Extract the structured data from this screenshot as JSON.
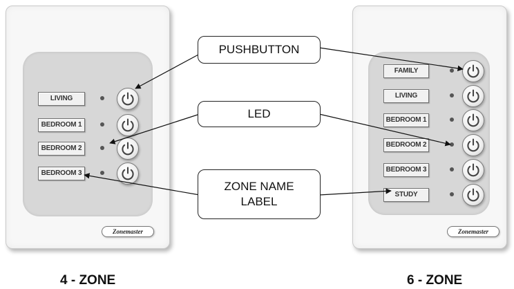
{
  "callouts": {
    "pushbutton": "PUSHBUTTON",
    "led": "LED",
    "zone_name_label": "ZONE NAME LABEL"
  },
  "plates": [
    {
      "caption": "4 - ZONE",
      "brand": "Zonemaster",
      "zones": [
        "LIVING",
        "BEDROOM 1",
        "BEDROOM 2",
        "BEDROOM 3"
      ]
    },
    {
      "caption": "6 - ZONE",
      "brand": "Zonemaster",
      "zones": [
        "FAMILY",
        "LIVING",
        "BEDROOM 1",
        "BEDROOM 2",
        "BEDROOM 3",
        "STUDY"
      ]
    }
  ],
  "icons": {
    "pushbutton": "power-icon"
  },
  "colors": {
    "panel": "#d7d7d7",
    "plate": "#f7f7f7",
    "led": "#555555"
  }
}
